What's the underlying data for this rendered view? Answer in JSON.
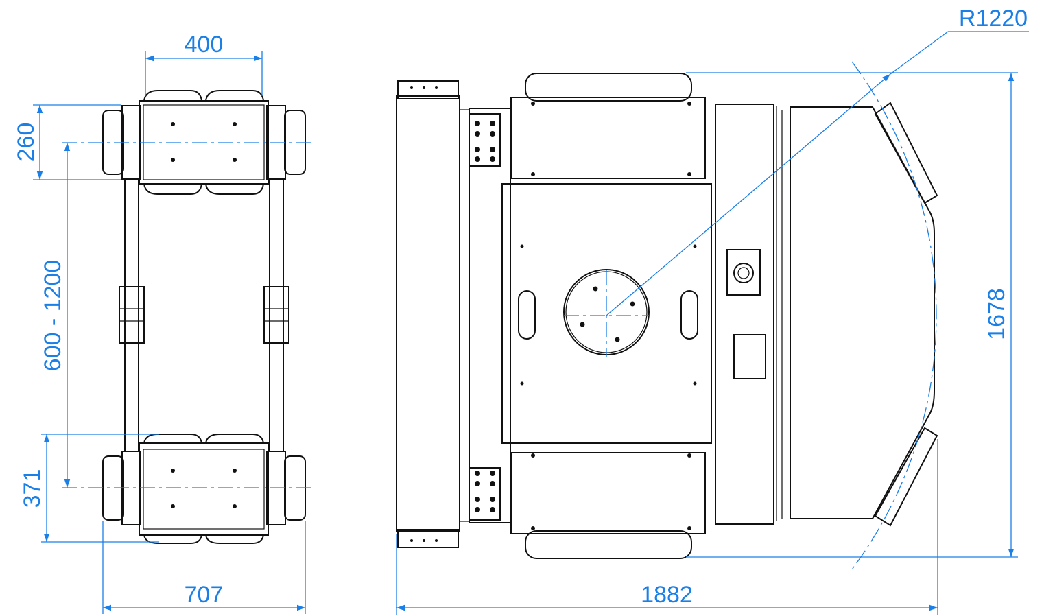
{
  "colors": {
    "dimension": "#1a7fe6",
    "outline": "#111111",
    "background": "#ffffff"
  },
  "dimensions": {
    "top_width": "400",
    "wheel_spacing": "260",
    "track_range": "600 - 1200",
    "rear_wheel": "371",
    "overall_width_side": "707",
    "overall_length": "1882",
    "overall_width_top": "1678",
    "bumper_radius": "R1220"
  }
}
